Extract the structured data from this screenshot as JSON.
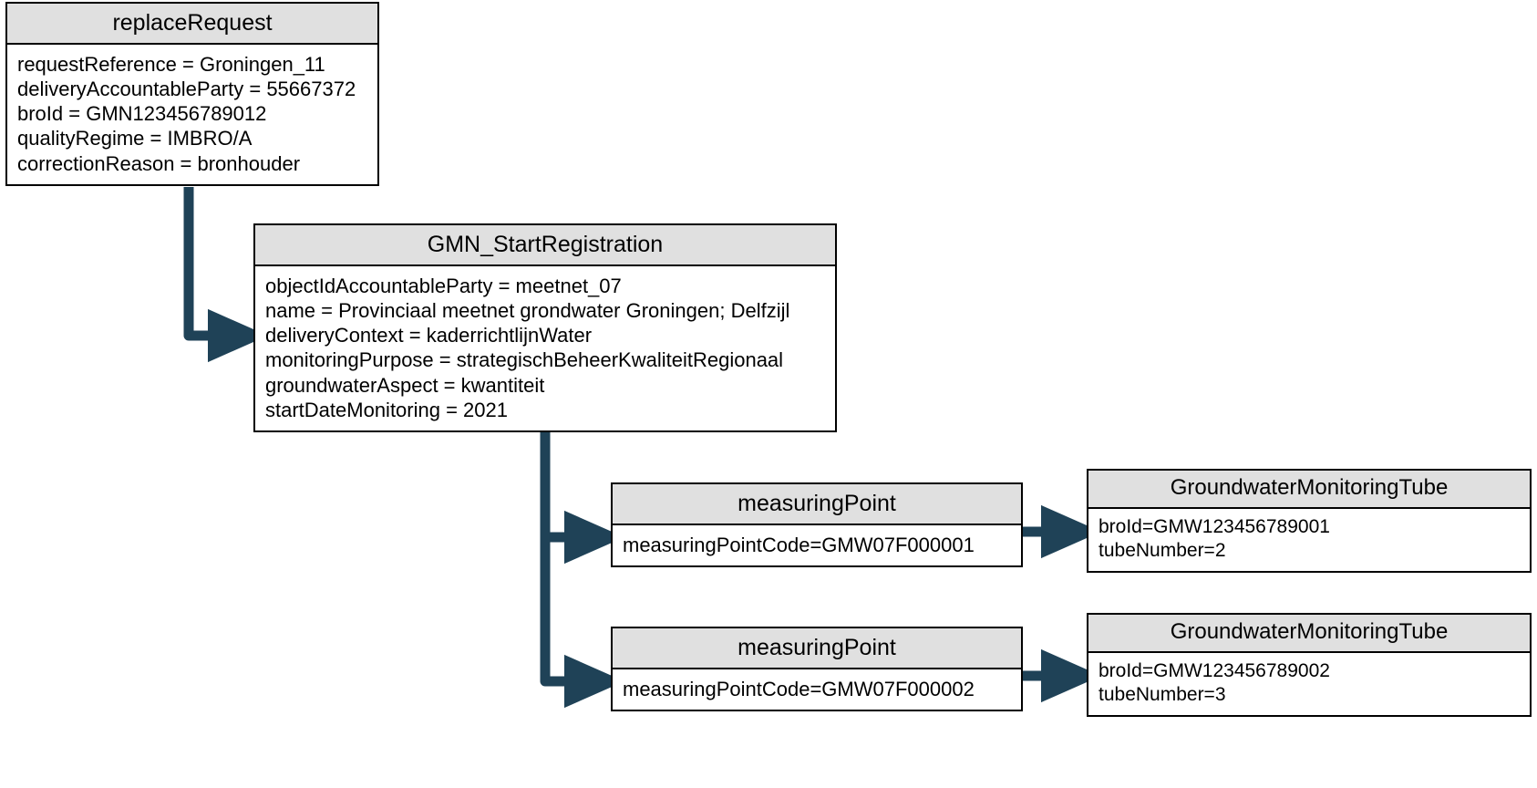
{
  "diagram": {
    "title": "GMN replaceRequest object diagram",
    "accent_color": "#1f4257",
    "header_fill": "#e0e0e0",
    "border_color": "#000000",
    "background": "#ffffff"
  },
  "boxes": {
    "replace_request": {
      "title": "replaceRequest",
      "attributes": [
        "requestReference = Groningen_11",
        "deliveryAccountableParty = 55667372",
        "broId = GMN123456789012",
        "qualityRegime = IMBRO/A",
        "correctionReason = bronhouder"
      ]
    },
    "start_registration": {
      "title": "GMN_StartRegistration",
      "attributes": [
        "objectIdAccountableParty = meetnet_07",
        "name = Provinciaal meetnet grondwater Groningen; Delfzijl",
        "deliveryContext = kaderrichtlijnWater",
        "monitoringPurpose = strategischBeheerKwaliteitRegionaal",
        "groundwaterAspect = kwantiteit",
        "startDateMonitoring = 2021"
      ]
    },
    "measuring_point_1": {
      "title": "measuringPoint",
      "attributes": [
        "measuringPointCode=GMW07F000001"
      ]
    },
    "measuring_point_2": {
      "title": "measuringPoint",
      "attributes": [
        "measuringPointCode=GMW07F000002"
      ]
    },
    "tube_1": {
      "title": "GroundwaterMonitoringTube",
      "attributes": [
        "broId=GMW123456789001",
        "tubeNumber=2"
      ]
    },
    "tube_2": {
      "title": "GroundwaterMonitoringTube",
      "attributes": [
        "broId=GMW123456789002",
        "tubeNumber=3"
      ]
    }
  },
  "connectors": [
    {
      "name": "replace-request-to-start-registration",
      "from": "replace_request",
      "to": "start_registration"
    },
    {
      "name": "start-registration-to-measuring-point-1",
      "from": "start_registration",
      "to": "measuring_point_1"
    },
    {
      "name": "start-registration-to-measuring-point-2",
      "from": "start_registration",
      "to": "measuring_point_2"
    },
    {
      "name": "measuring-point-1-to-tube-1",
      "from": "measuring_point_1",
      "to": "tube_1"
    },
    {
      "name": "measuring-point-2-to-tube-2",
      "from": "measuring_point_2",
      "to": "tube_2"
    }
  ]
}
